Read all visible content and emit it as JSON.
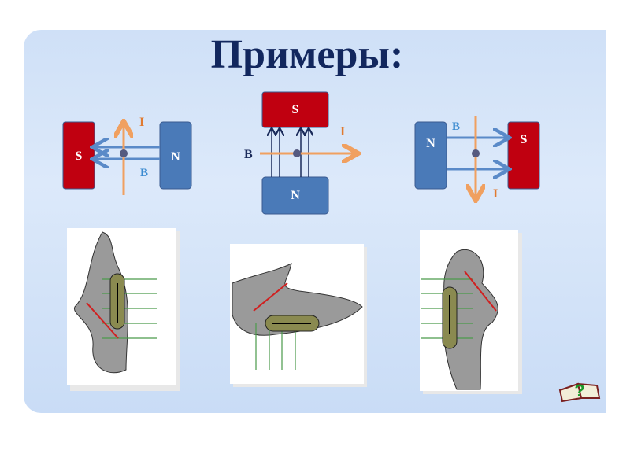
{
  "title": "Примеры:",
  "diagrams": [
    {
      "left_pole": "S",
      "right_pole": "N",
      "field_label": "B",
      "current_label": "I"
    },
    {
      "top_pole": "S",
      "bottom_pole": "N",
      "field_label": "B",
      "current_label": "I"
    },
    {
      "left_pole": "N",
      "right_pole": "S",
      "field_label": "B",
      "current_label": "I"
    }
  ],
  "colors": {
    "south": "#c00010",
    "north": "#4a7ab8",
    "current": "#f0a060",
    "field": "#3a6fb0",
    "title": "#12275e"
  },
  "icons": [
    "help-book-icon"
  ]
}
